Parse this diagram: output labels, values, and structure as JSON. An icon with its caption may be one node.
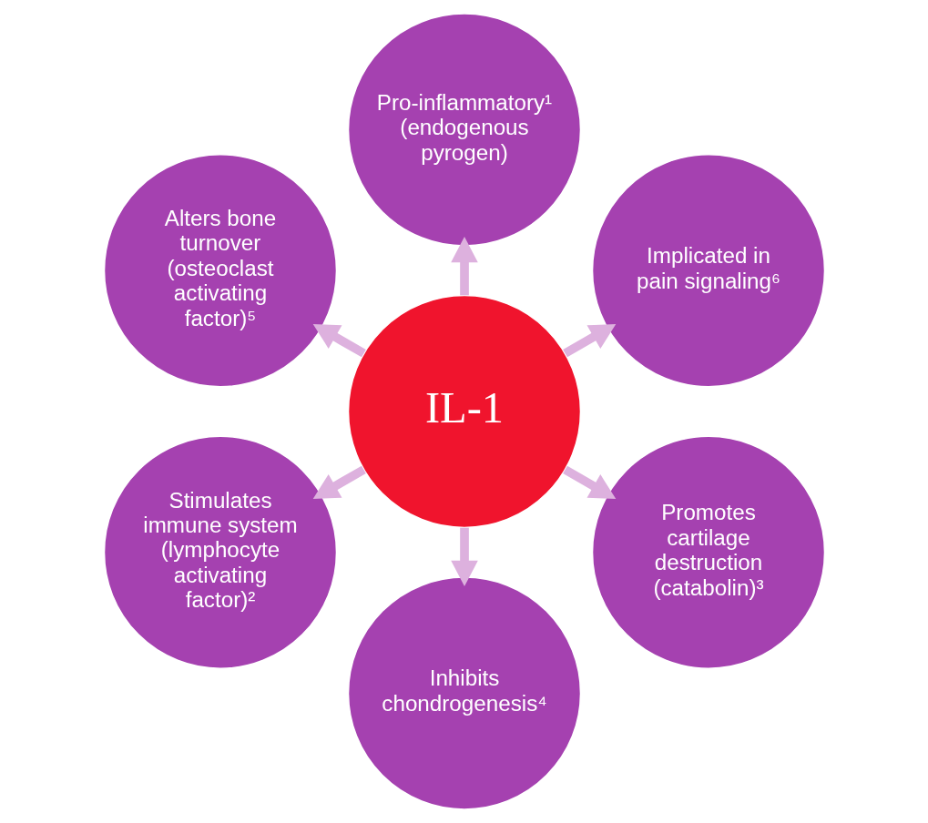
{
  "diagram": {
    "nodes": [
      {
        "text": [
          "IL-1"
        ]
      },
      {
        "text": [
          "Implicated in pain signaling⁶"
        ]
      },
      {
        "text": [
          "Pro-inflammatory¹ (endogenous pyrogen)"
        ]
      },
      {
        "text": [
          "Alters bone turnover (osteoclast activating factor)⁵"
        ]
      },
      {
        "text": [
          "Stimulates immune system (lymphocyte activating factor)²"
        ]
      },
      {
        "text": [
          "Inhibits chondrogenesis⁴"
        ]
      },
      {
        "text": [
          "Promotes cartilage destruction (catabolin)³"
        ]
      }
    ],
    "edges": [
      {
        "from": 0,
        "to": 1,
        "arrow": "to"
      },
      {
        "from": 0,
        "to": 2,
        "arrow": "to"
      },
      {
        "from": 0,
        "to": 3,
        "arrow": "to"
      },
      {
        "from": 0,
        "to": 4,
        "arrow": "to"
      },
      {
        "from": 0,
        "to": 5,
        "arrow": "to"
      },
      {
        "from": 0,
        "to": 6,
        "arrow": "to"
      }
    ]
  }
}
